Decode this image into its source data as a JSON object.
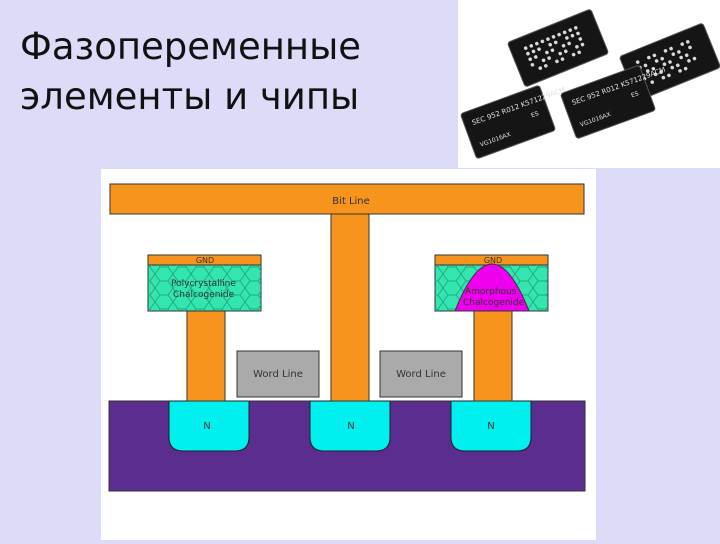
{
  "slide": {
    "title_line1": "Фазопеременные",
    "title_line2": "элементы и чипы"
  },
  "chips": [
    {
      "marking": "",
      "pattern": "grid"
    },
    {
      "marking": "",
      "pattern": "grid"
    },
    {
      "marking": "SEC 952 R012 K571229ACM",
      "sub": "VG1016AX",
      "es": "ES"
    },
    {
      "marking": "SEC 952 R012 K571229ACM",
      "sub": "VG1016AX",
      "es": "ES"
    }
  ],
  "diagram": {
    "bit_line": "Bit Line",
    "gnd_left": "GND",
    "gnd_right": "GND",
    "poly_line1": "Polycrystalline",
    "poly_line2": "Chalcogenide",
    "amorph_line1": "Amorphous",
    "amorph_line2": "Chalcogenide",
    "word_line_left": "Word Line",
    "word_line_right": "Word Line",
    "n_left": "N",
    "n_center": "N",
    "n_right": "N"
  },
  "colors": {
    "background": "#dcdcf8",
    "orange": "#f7941d",
    "purple": "#5b2d8e",
    "cyan": "#00f0f0",
    "green": "#33e6b0",
    "magenta": "#ee00ee",
    "gray": "#aaaaaa"
  }
}
